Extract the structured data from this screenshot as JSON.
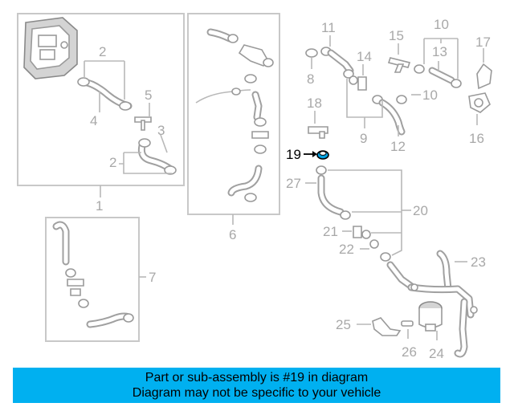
{
  "labels": {
    "l1": "1",
    "l2a": "2",
    "l2b": "2",
    "l3": "3",
    "l4": "4",
    "l5": "5",
    "l6": "6",
    "l7": "7",
    "l8": "8",
    "l9": "9",
    "l10a": "10",
    "l10b": "10",
    "l11": "11",
    "l12": "12",
    "l13": "13",
    "l14": "14",
    "l15": "15",
    "l16": "16",
    "l17": "17",
    "l18": "18",
    "l19": "19",
    "l20": "20",
    "l21": "21",
    "l22": "22",
    "l23": "23",
    "l24": "24",
    "l25": "25",
    "l26": "26",
    "l27": "27"
  },
  "highlight_part": "19",
  "banner": {
    "line1": "Part or sub-assembly is #19 in diagram",
    "line2": "Diagram may not be specific to your vehicle",
    "color": "#00b0f0"
  }
}
